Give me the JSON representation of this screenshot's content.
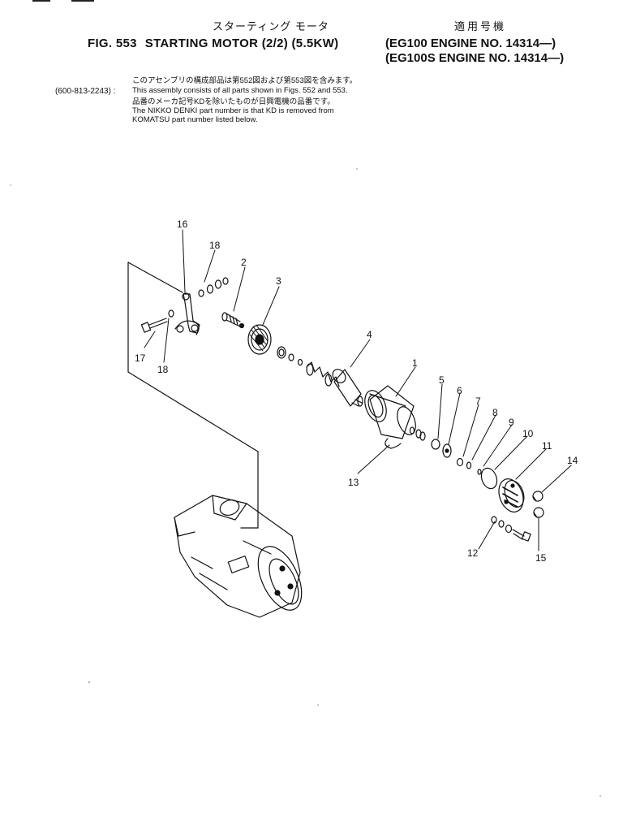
{
  "header": {
    "jp_title": "スターティング モータ",
    "jp_applicable": "適用号機",
    "fig_label": "FIG. 553",
    "title": "STARTING MOTOR (2/2) (5.5KW)",
    "engine_line1": "(EG100    ENGINE NO. 14314—)",
    "engine_line2": "(EG100S  ENGINE NO. 14314—)"
  },
  "assembly": {
    "part_number": "(600-813-2243) :",
    "note_jp1": "このアセンブリの構成部品は第552図および第553図を含みます。",
    "note_en1": "This assembly consists of all parts shown in Figs. 552 and 553.",
    "note_jp2": "品番のメーカ記号KDを除いたものが日興電機の品番です。",
    "note_en2": "The NIKKO DENKI part number is that KD is removed from",
    "note_en3": "KOMATSU part number listed below."
  },
  "callouts": [
    "1",
    "2",
    "3",
    "4",
    "5",
    "6",
    "7",
    "8",
    "9",
    "10",
    "11",
    "12",
    "13",
    "14",
    "15",
    "16",
    "17",
    "18",
    "18"
  ]
}
